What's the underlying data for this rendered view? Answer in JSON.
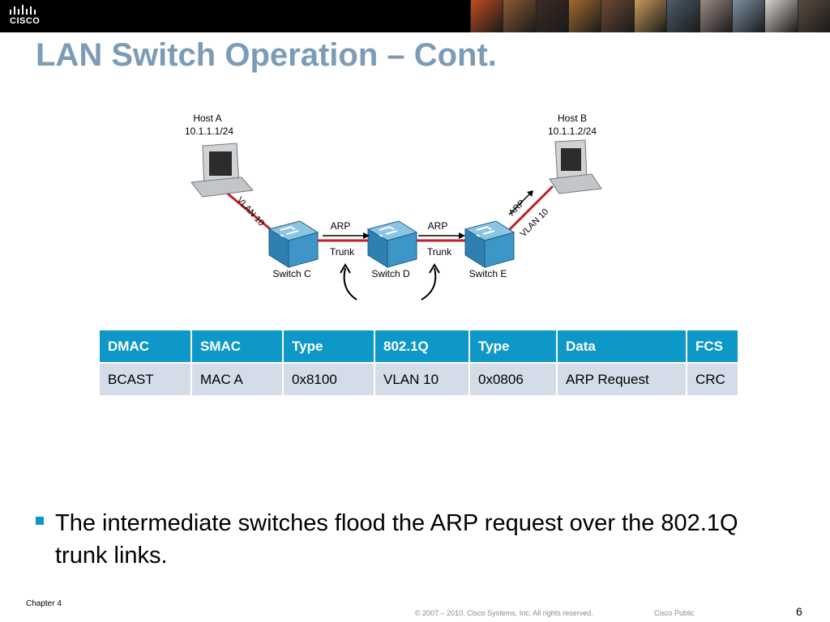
{
  "header": {
    "logo_text": "CISCO",
    "photo_colors": [
      "#c04b1e",
      "#8a5a34",
      "#3b2b25",
      "#a36a2e",
      "#6d4a33",
      "#c89a5a",
      "#4d5b6b",
      "#9b8a82",
      "#7c8fa3",
      "#d7d2cc",
      "#5c4a3f"
    ]
  },
  "slide": {
    "title": "LAN Switch Operation – Cont."
  },
  "diagram": {
    "host_a": {
      "name": "Host A",
      "ip": "10.1.1.1/24"
    },
    "host_b": {
      "name": "Host B",
      "ip": "10.1.1.2/24"
    },
    "switch_c": "Switch C",
    "switch_d": "Switch D",
    "switch_e": "Switch E",
    "link_left_label": "VLAN 10",
    "link_right_label": "VLAN 10",
    "arp_label_cd": "ARP",
    "arp_label_de": "ARP",
    "arp_label_right": "ARP",
    "trunk_label_cd": "Trunk",
    "trunk_label_de": "Trunk",
    "colors": {
      "access_link": "#c0202a",
      "switch": "#3e96c8",
      "trunk_link": "#c0202a"
    }
  },
  "frame_table": {
    "headers": [
      "DMAC",
      "SMAC",
      "Type",
      "802.1Q",
      "Type",
      "Data",
      "FCS"
    ],
    "row": [
      "BCAST",
      "MAC A",
      "0x8100",
      "VLAN 10",
      "0x0806",
      "ARP Request",
      "CRC"
    ],
    "colors": {
      "header_bg": "#0d98c8",
      "row_bg": "#d4dcea"
    }
  },
  "bullets": [
    "The intermediate switches flood the ARP request over the 802.1Q trunk links."
  ],
  "footer": {
    "chapter": "Chapter 4",
    "copyright": "© 2007 – 2010, Cisco Systems, Inc. All rights reserved.",
    "classification": "Cisco Public",
    "page": "6"
  }
}
